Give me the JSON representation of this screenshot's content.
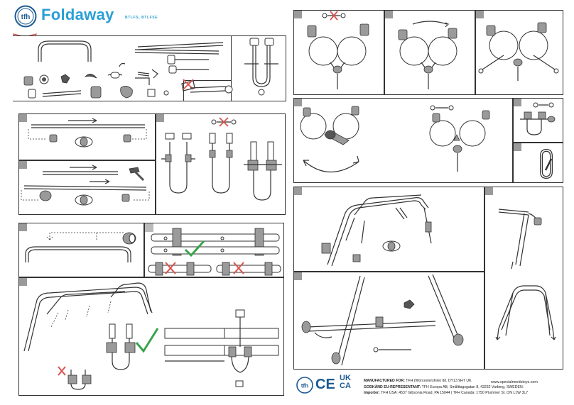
{
  "brand": {
    "title": "Foldaway",
    "product_codes": "BTLFS, BTLFSE",
    "logo_text": "tfh"
  },
  "footer": {
    "manufactured_label": "MANUFACTURED FOR:",
    "manufactured_value": "TFH (Worcestershire) ltd. DY13 9HT  UK",
    "eu_label": "GODKÄND EU-REPRESENTANT:",
    "eu_value": "TFH Europa AB, Smålttagsgatan 8, 43232 Varberg, SWEDEN.",
    "importer_label": "Importer:",
    "importer_value": "TFH USA: 4537 Gibsonia Road, PA 15044 | TFH Canada: 1750 Plummer St. ON L1W 3L7",
    "website": "www.specialneedstoys.com"
  },
  "marks": {
    "tfh": "tfh",
    "ce": "CE",
    "ukca_line1": "UK",
    "ukca_line2": "CA"
  },
  "icons": [
    "tfh-logo-icon",
    "box-icon",
    "spanner-icon",
    "cross-icon",
    "check-icon",
    "hammer-icon",
    "arrow-icon",
    "carabiner-icon",
    "globe-seat-icon"
  ]
}
